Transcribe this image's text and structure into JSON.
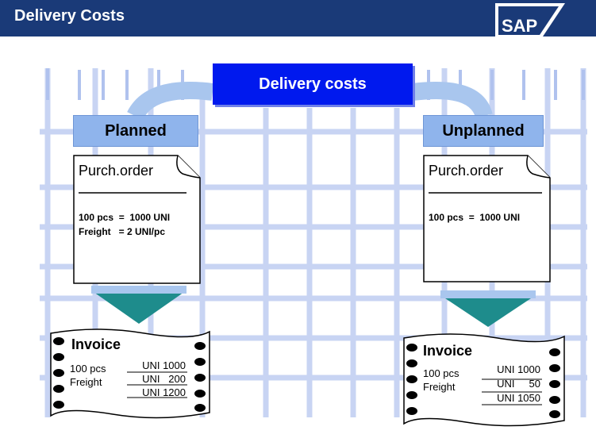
{
  "header": {
    "title": "Delivery Costs",
    "logo": "SAP"
  },
  "diagram": {
    "main_title": "Delivery costs",
    "planned": {
      "label": "Planned",
      "po_title": "Purch.order",
      "po_line1": "100 pcs  =  1000 UNI",
      "po_line2": "Freight   = 2 UNI/pc",
      "invoice": {
        "title": "Invoice",
        "item1": "100 pcs",
        "item2": "Freight",
        "amt1": "UNI 1000",
        "amt2": "UNI   200",
        "total": "UNI 1200"
      }
    },
    "unplanned": {
      "label": "Unplanned",
      "po_title": "Purch.order",
      "po_line1": "100 pcs  =  1000 UNI",
      "invoice": {
        "title": "Invoice",
        "item1": "100 pcs",
        "item2": "Freight",
        "amt1": "UNI 1000",
        "amt2": "UNI     50",
        "total": "UNI 1050"
      }
    }
  },
  "colors": {
    "header_bg": "#1a3a78",
    "title_box": "#0019ee",
    "category_box": "#8fb4ec",
    "arrow": "#1e8c8c",
    "grid": "#b9c8f0"
  }
}
